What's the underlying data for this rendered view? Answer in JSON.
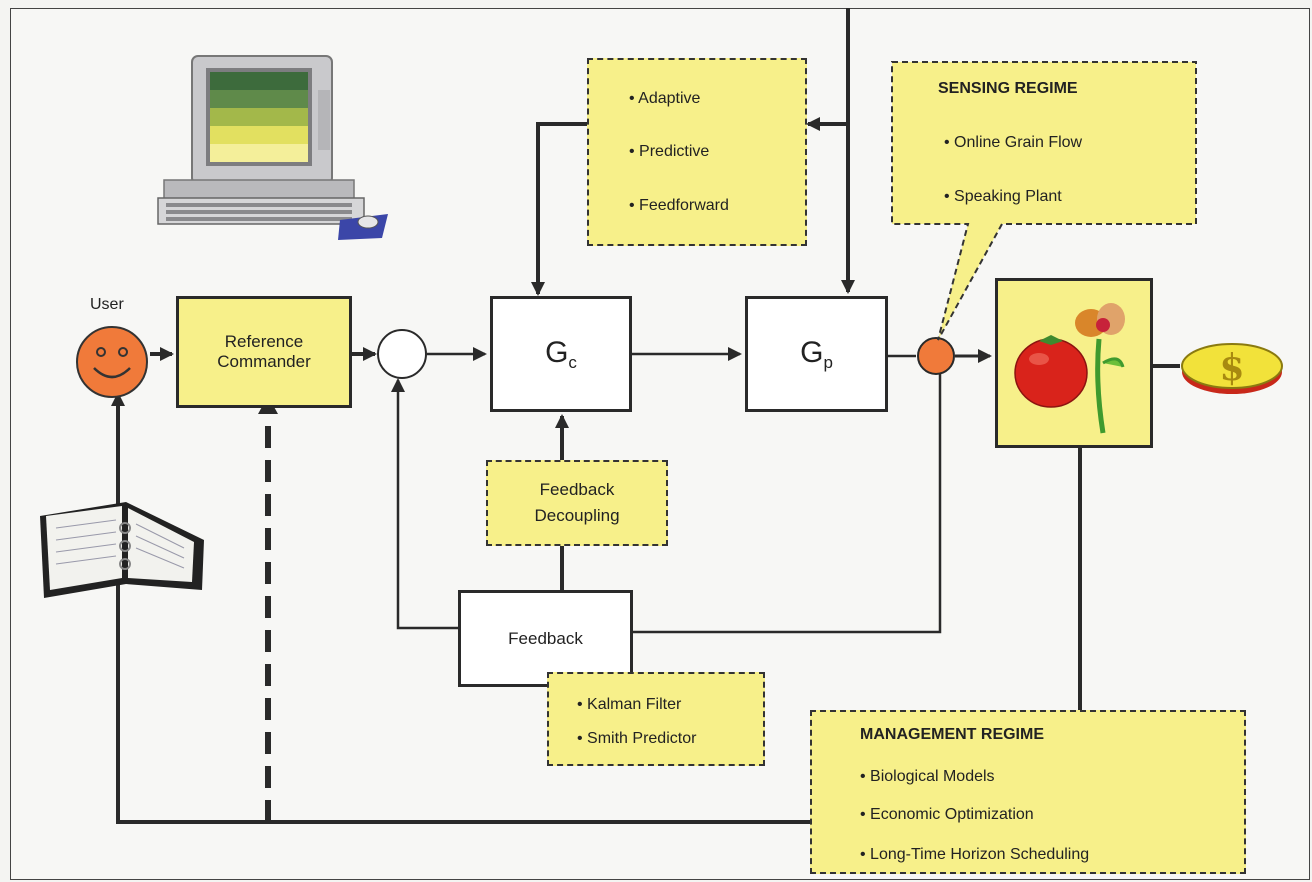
{
  "user_label": "User",
  "reference_commander": {
    "line1": "Reference",
    "line2": "Commander"
  },
  "controller": {
    "symbol": "G",
    "subscript": "c"
  },
  "plant": {
    "symbol": "G",
    "subscript": "p"
  },
  "adaptive_box": {
    "items": [
      "• Adaptive",
      "• Predictive",
      "• Feedforward"
    ]
  },
  "sensing_regime": {
    "heading": "SENSING REGIME",
    "items": [
      "• Online Grain Flow",
      "• Speaking Plant"
    ]
  },
  "feedback_decoupling": {
    "line1": "Feedback",
    "line2": "Decoupling"
  },
  "feedback": {
    "label": "Feedback"
  },
  "filter_box": {
    "items": [
      "• Kalman Filter",
      "• Smith Predictor"
    ]
  },
  "management_regime": {
    "heading": "MANAGEMENT REGIME",
    "items": [
      "• Biological Models",
      "• Economic Optimization",
      "• Long-Time Horizon Scheduling"
    ]
  },
  "colors": {
    "box_yellow": "#f7f08a",
    "node_orange": "#f07a3a",
    "line": "#2a2a2a"
  },
  "icons": [
    "computer-icon",
    "smiley-face-icon",
    "planner-book-icon",
    "tomato-icon",
    "flower-plant-icon",
    "dollar-coin-icon"
  ]
}
